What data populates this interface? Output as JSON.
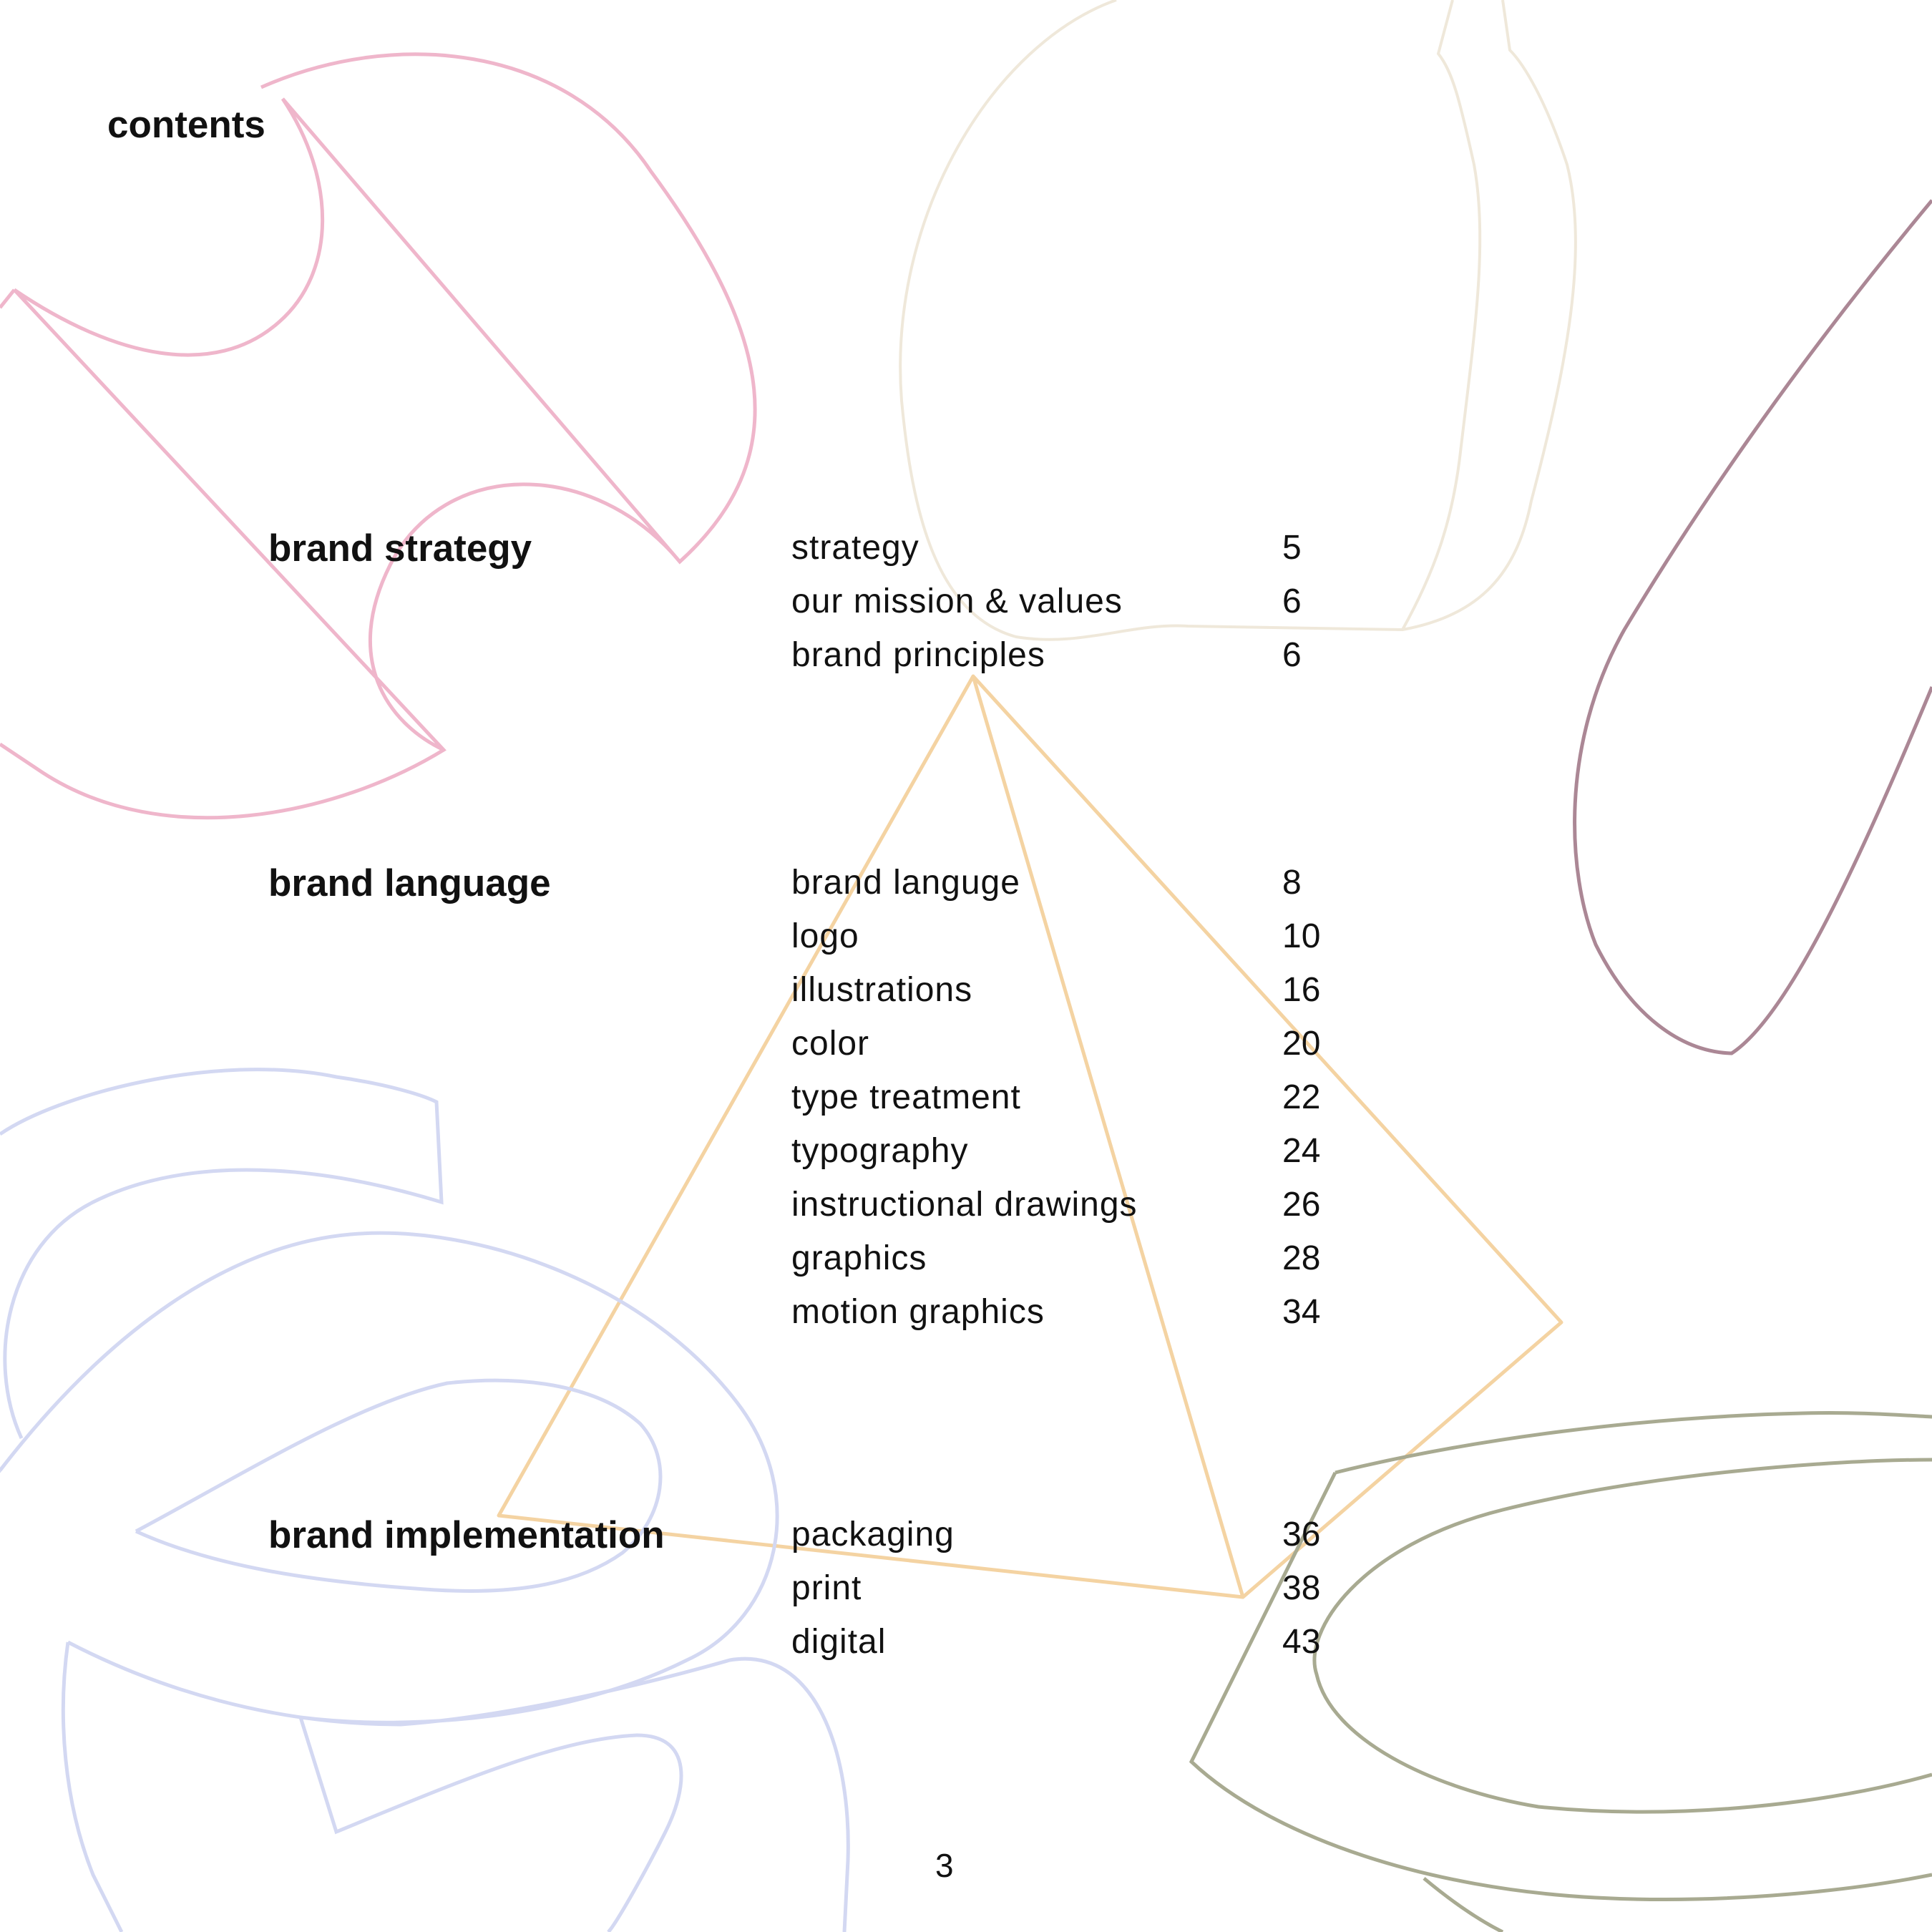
{
  "title": "contents",
  "sections": [
    {
      "heading": "brand strategy",
      "items": [
        {
          "label": "strategy",
          "page": "5"
        },
        {
          "label": "our mission & values",
          "page": "6"
        },
        {
          "label": "brand principles",
          "page": "6"
        }
      ]
    },
    {
      "heading": "brand language",
      "items": [
        {
          "label": "brand languge",
          "page": "8"
        },
        {
          "label": "logo",
          "page": "10"
        },
        {
          "label": "illustrations",
          "page": "16"
        },
        {
          "label": "color",
          "page": "20"
        },
        {
          "label": "type treatment",
          "page": "22"
        },
        {
          "label": "typography",
          "page": "24"
        },
        {
          "label": "instructional drawings",
          "page": "26"
        },
        {
          "label": "graphics",
          "page": "28"
        },
        {
          "label": "motion graphics",
          "page": "34"
        }
      ]
    },
    {
      "heading": "brand implementation",
      "items": [
        {
          "label": "packaging",
          "page": "36"
        },
        {
          "label": "print",
          "page": "38"
        },
        {
          "label": "digital",
          "page": "43"
        }
      ]
    }
  ],
  "page_number": "3",
  "colors": {
    "pink_outline": "#efb6cb",
    "beige_outline": "#efe8da",
    "mauve_outline": "#ab8795",
    "orange_outline": "#f4d3a2",
    "lavender_outline": "#d3d8f2",
    "olive_outline": "#a8aa91",
    "text": "#111111"
  }
}
